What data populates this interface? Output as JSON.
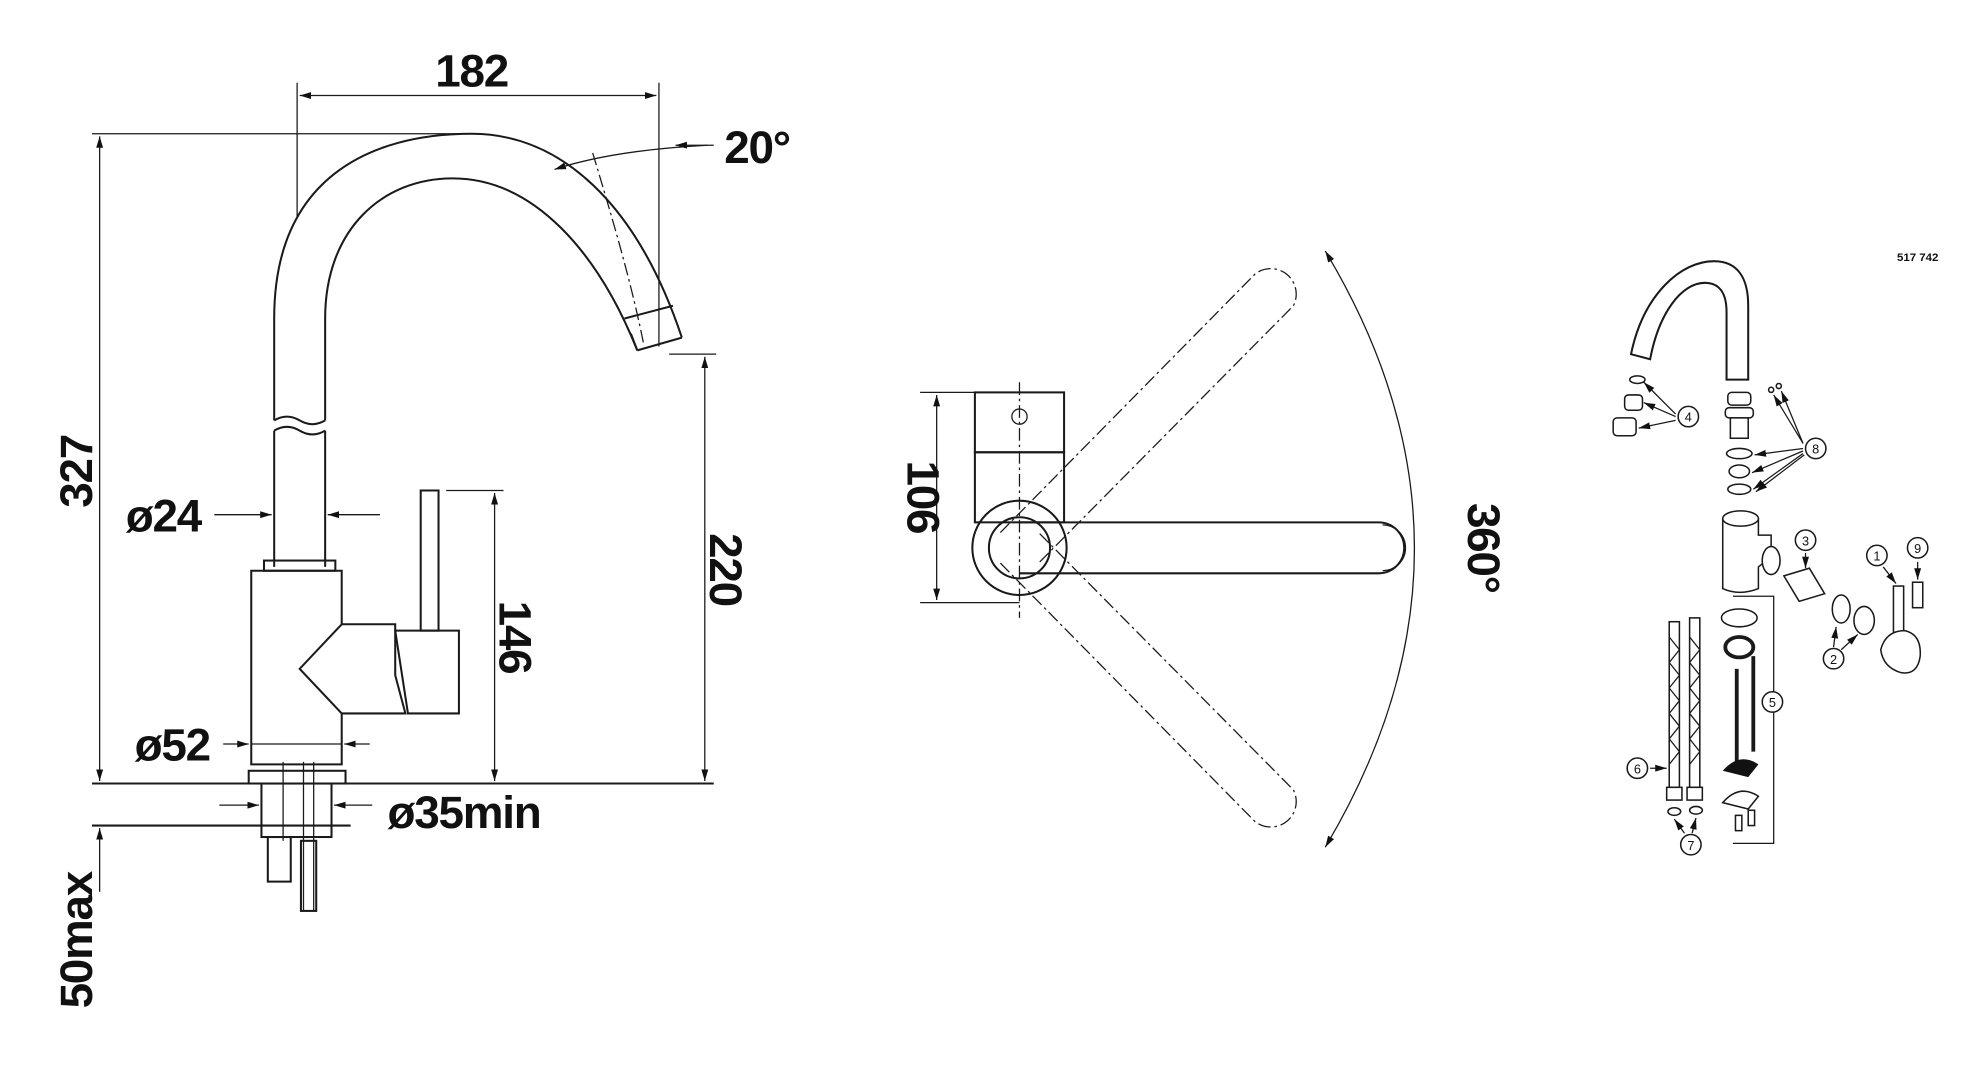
{
  "side_view": {
    "width_reach": "182",
    "spout_angle": "20°",
    "total_height": "327",
    "spout_diameter": "ø24",
    "lever_height": "146",
    "outlet_height": "220",
    "base_diameter": "ø52",
    "hole_diameter": "ø35min",
    "counter_thickness": "50max"
  },
  "top_view": {
    "depth": "106",
    "rotation": "360°"
  },
  "exploded_view": {
    "article_number": "517 742",
    "part_labels": [
      "1",
      "2",
      "3",
      "4",
      "5",
      "6",
      "7",
      "8",
      "9"
    ]
  }
}
